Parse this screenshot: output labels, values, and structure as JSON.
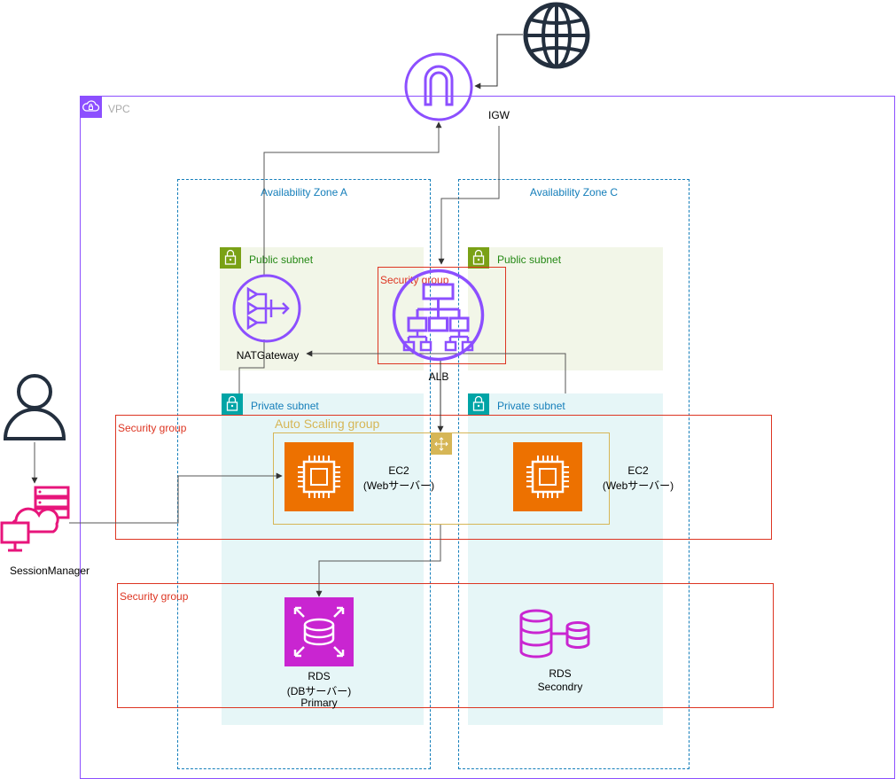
{
  "vpc": {
    "label": "VPC"
  },
  "igw": {
    "label": "IGW"
  },
  "az": {
    "a": "Availability Zone A",
    "c": "Availability Zone C"
  },
  "subnets": {
    "public_a": "Public subnet",
    "public_c": "Public subnet",
    "private_a": "Private subnet",
    "private_c": "Private subnet"
  },
  "security_groups": {
    "alb": "Security group",
    "ec2": "Security group",
    "rds": "Security group"
  },
  "asg": {
    "label": "Auto Scaling group"
  },
  "natgw": {
    "label": "NATGateway"
  },
  "alb": {
    "label": "ALB"
  },
  "ec2_a": {
    "line1": "EC2",
    "line2": "(Webサーバー)"
  },
  "ec2_c": {
    "line1": "EC2",
    "line2": "(Webサーバー)"
  },
  "rds_primary": {
    "line1": "RDS",
    "line2": "(DBサーバー)",
    "line3": "Primary"
  },
  "rds_secondary": {
    "line1": "RDS",
    "line2": "Secondry"
  },
  "session_manager": {
    "label": "SessionManager"
  },
  "colors": {
    "vpc": "#8C4FFF",
    "az": "#147EBA",
    "public_subnet_bg": "#F2F6E8",
    "public_subnet_text": "#248814",
    "private_subnet_bg": "#E6F6F7",
    "private_subnet_text": "#147EBA",
    "security_group": "#DD3522",
    "asg": "#D6B656",
    "ec2": "#ED7100",
    "rds": "#C925D1",
    "session_manager": "#E7157B",
    "line": "#555555"
  }
}
